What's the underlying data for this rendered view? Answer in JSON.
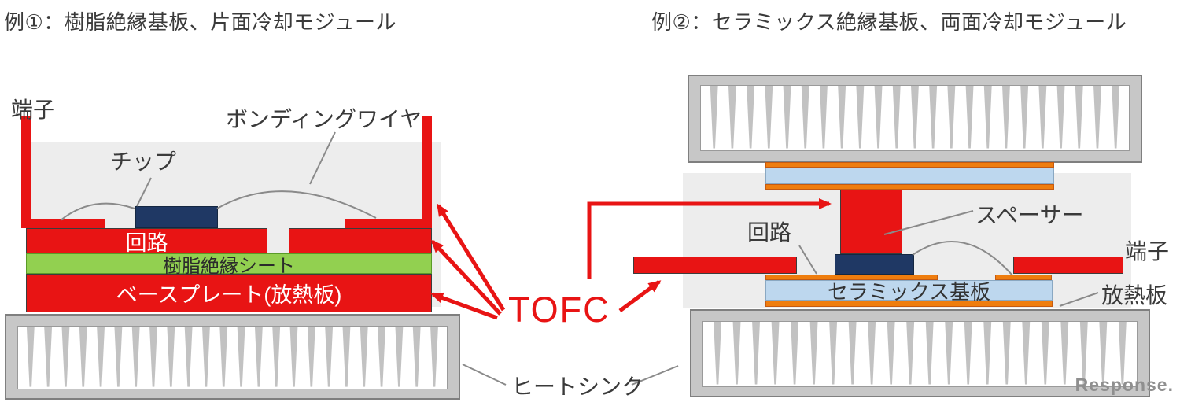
{
  "titles": {
    "left": "例①：樹脂絶縁基板、片面冷却モジュール",
    "right": "例②：セラミックス絶縁基板、両面冷却モジュール"
  },
  "tofc": {
    "label": "TOFC"
  },
  "shared": {
    "heatsink_label": "ヒートシンク"
  },
  "left_module": {
    "labels": {
      "terminal": "端子",
      "bonding_wire": "ボンディングワイヤ",
      "chip": "チップ"
    },
    "layers": {
      "circuit": "回路",
      "resin_sheet": "樹脂絶縁シート",
      "base_plate": "ベースプレート(放熱板)"
    },
    "heatsink": {
      "fins": 24
    }
  },
  "right_module": {
    "labels": {
      "circuit": "回路",
      "spacer": "スペーサー",
      "terminal": "端子",
      "heat_spreader": "放熱板"
    },
    "layers": {
      "ceramic_substrate": "セラミックス基板"
    },
    "heatsink_top": {
      "fins": 23
    },
    "heatsink_bottom": {
      "fins": 22
    }
  },
  "watermark": "Response.",
  "colors": {
    "red": "#e81414",
    "navy": "#1f3864",
    "green": "#92d050",
    "green_border": "#5a9b28",
    "orange": "#ef7d0e",
    "orange_border": "#c55a11",
    "ceramic_blue": "#bdd7ee",
    "module_bg": "#ededed",
    "heatsink_gray": "#c7c7c7",
    "heatsink_border": "#7f7f7f",
    "fin_gray": "#c2c2c2",
    "label": "#3a3a3a",
    "wire_gray": "#8a8a8a",
    "watermark": "#8f8f8f"
  }
}
